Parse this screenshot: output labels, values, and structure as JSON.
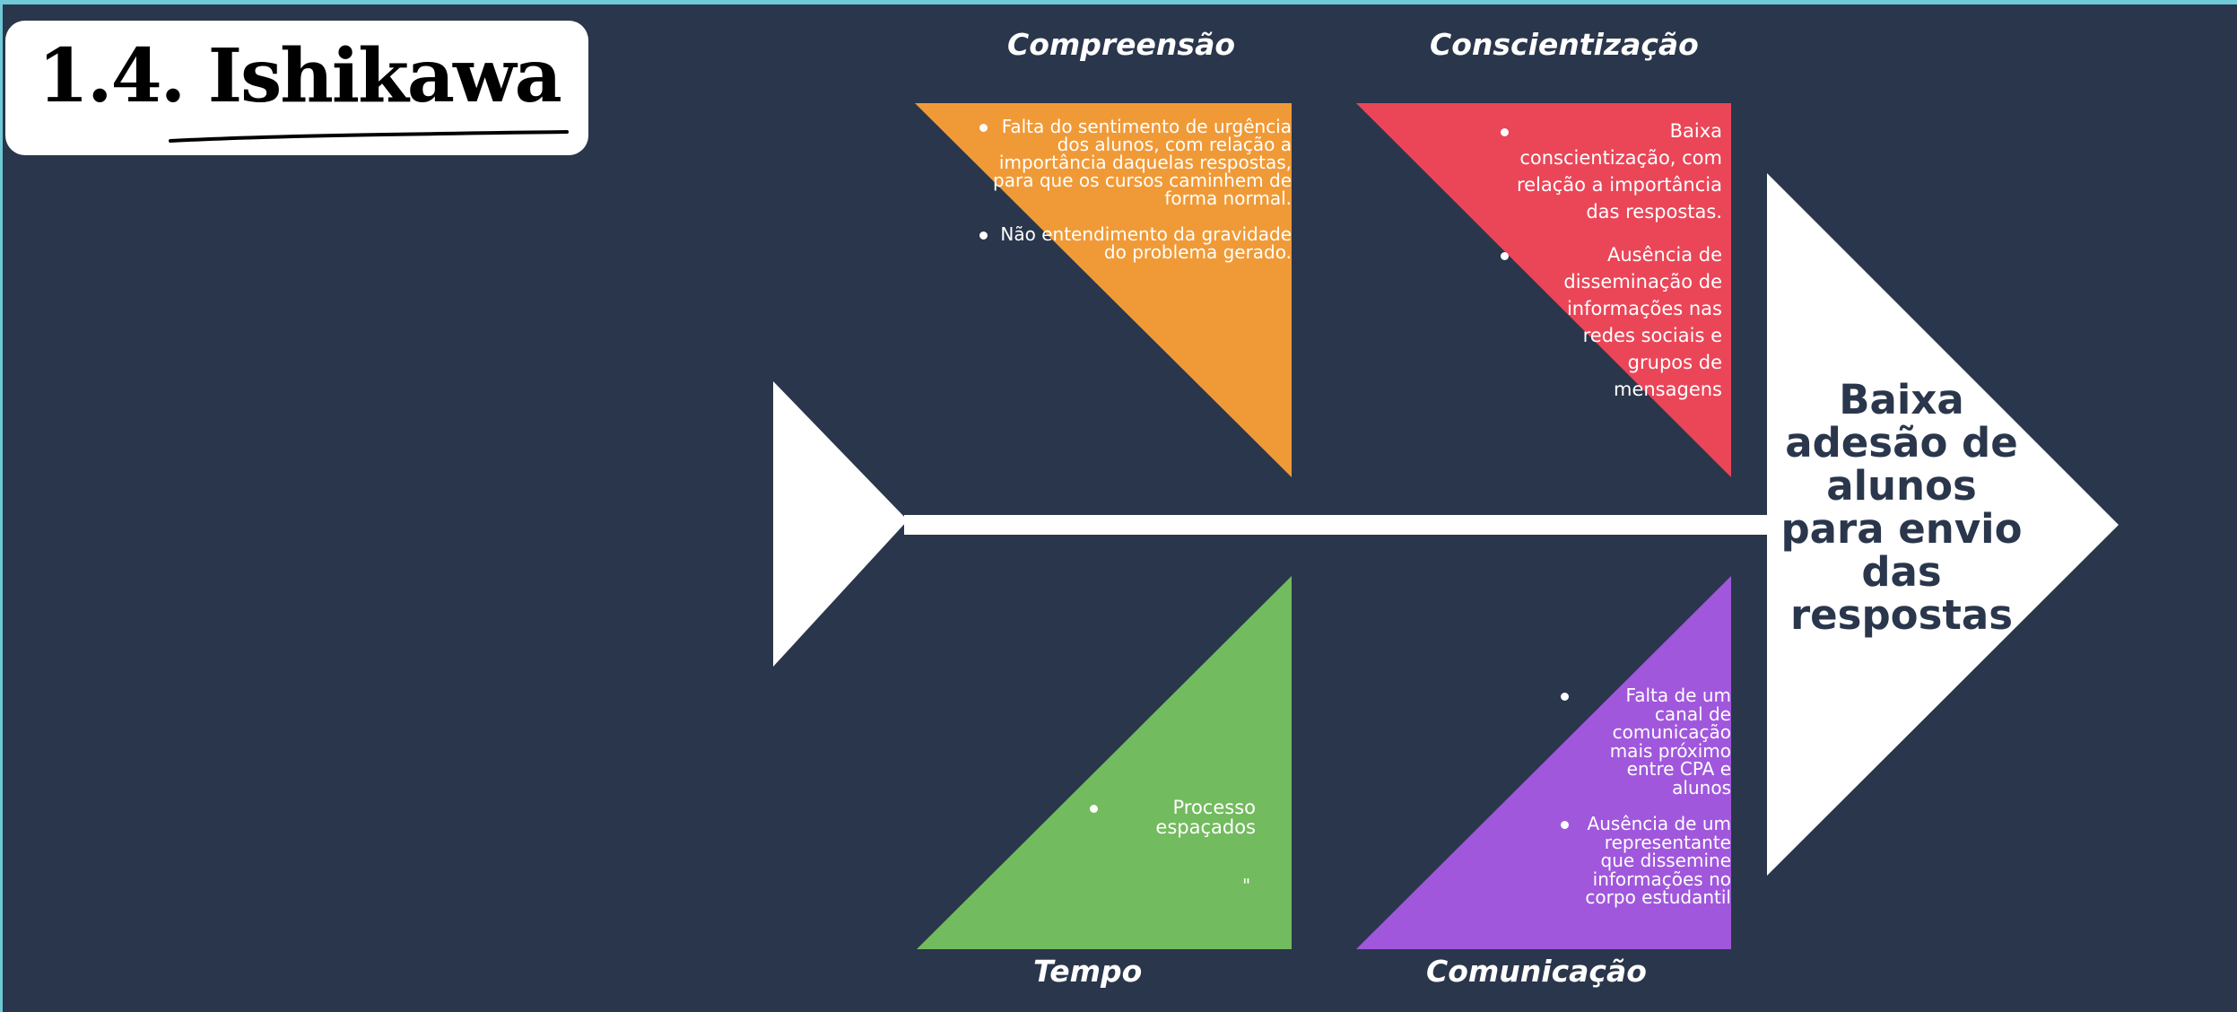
{
  "title": {
    "number": "1.4.",
    "name": "Ishikawa"
  },
  "colors": {
    "background": "#2a364b",
    "compreensao": "#f09a37",
    "conscientizacao": "#ea4658",
    "tempo": "#72bb5e",
    "comunicacao": "#a057dc",
    "spine": "#ffffff"
  },
  "categories": {
    "compreensao": {
      "label": "Compreensão",
      "causes": [
        "Falta do sentimento de urgência dos alunos, com relação a importância daquelas respostas, para que os cursos caminhem de forma normal.",
        "Não entendimento da gravidade do problema gerado."
      ]
    },
    "conscientizacao": {
      "label": "Conscientização",
      "causes": [
        "Baixa conscientização, com relação a importância das respostas.",
        "Ausência de disseminação de informações nas redes sociais e grupos de mensagens"
      ]
    },
    "tempo": {
      "label": "Tempo",
      "causes": [
        "Processo espaçados"
      ],
      "note": "\""
    },
    "comunicacao": {
      "label": "Comunicação",
      "causes": [
        "Falta de um canal de comunicação mais próximo entre CPA e alunos",
        "Ausência de um representante que dissemine informações no corpo estudantil"
      ]
    }
  },
  "effect": "Baixa adesão de alunos para envio das respostas"
}
